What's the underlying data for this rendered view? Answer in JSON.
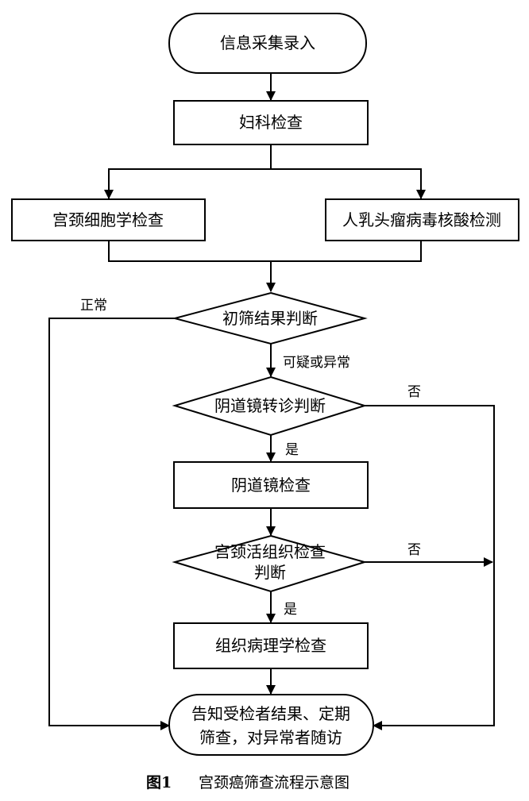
{
  "nodes": {
    "info_entry": "信息采集录入",
    "gyn_exam": "妇科检查",
    "cytology": "宫颈细胞学检查",
    "hpv_test": "人乳头瘤病毒核酸检测",
    "initial_screen": "初筛结果判断",
    "colposcopy_referral": "阴道镜转诊判断",
    "colposcopy_exam": "阴道镜检查",
    "biopsy_decision": [
      "宫颈活组织检查",
      "判断"
    ],
    "pathology": "组织病理学检查",
    "notify": [
      "告知受检者结果、定期",
      "筛查，对异常者随访"
    ]
  },
  "edges": {
    "normal": "正常",
    "suspicious": "可疑或异常",
    "no_1": "否",
    "yes_1": "是",
    "no_2": "否",
    "yes_2": "是"
  },
  "caption": {
    "number": "图1",
    "text": "宫颈癌筛查流程示意图"
  }
}
